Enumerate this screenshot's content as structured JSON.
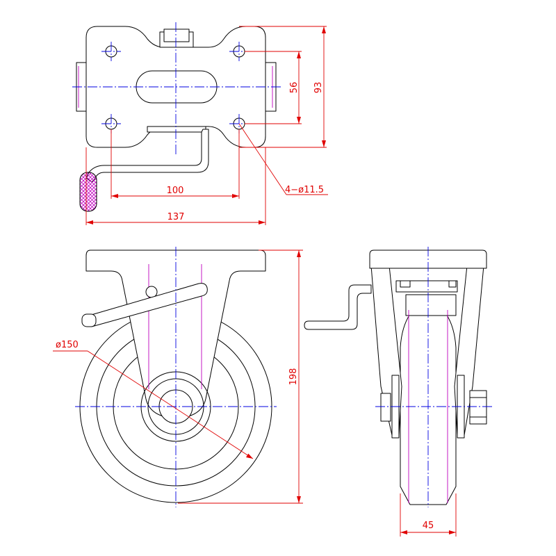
{
  "colors": {
    "outline": "#000000",
    "dimension": "#e00000",
    "centerline": "#0000e0",
    "hidden": "#c000c0"
  },
  "dimensions": {
    "bolt_spacing_y": "56",
    "plate_height": "93",
    "bolt_holes": "4−ø11.5",
    "bolt_spacing_x": "100",
    "plate_width": "137",
    "wheel_diameter": "ø150",
    "overall_height": "198",
    "wheel_width": "45"
  }
}
